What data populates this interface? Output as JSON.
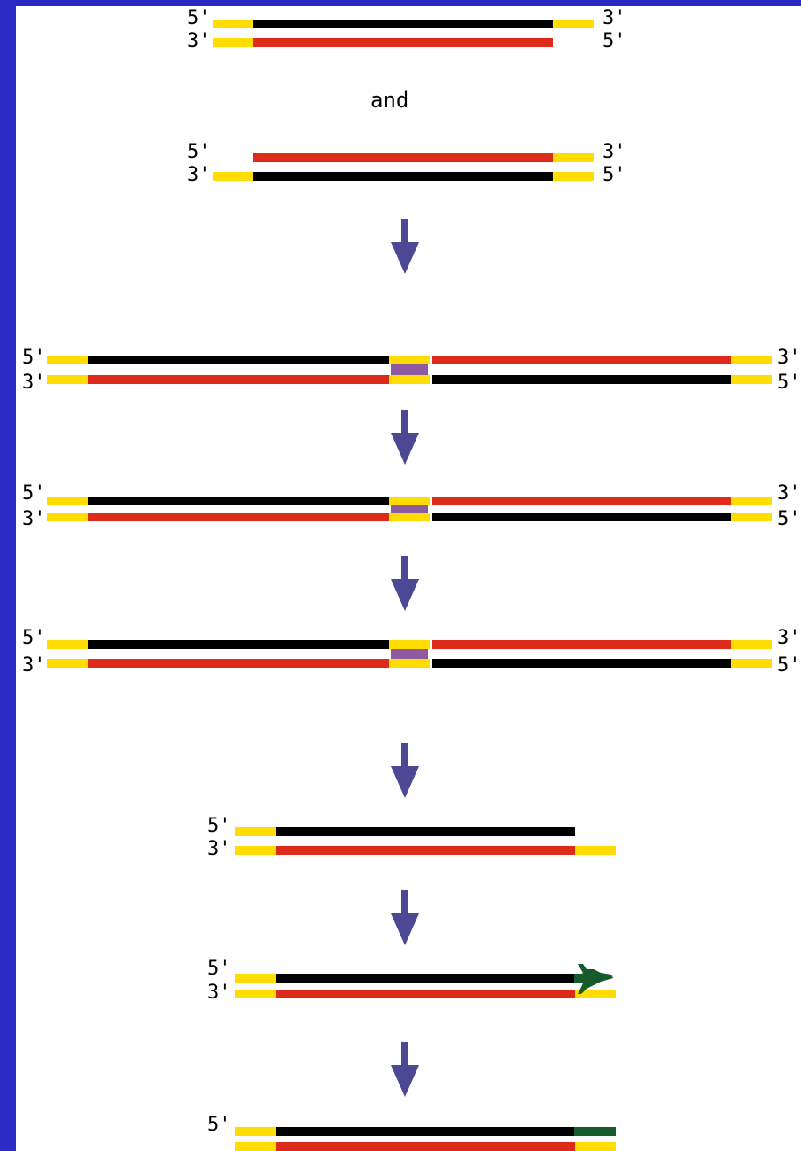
{
  "labels": {
    "five_prime": "5'",
    "three_prime": "3'",
    "and": "and"
  },
  "colors": {
    "frame": "#2b2bc4",
    "background": "#ffffff",
    "strand_black": "#000000",
    "strand_red": "#dd2a1b",
    "overhang_yellow": "#ffdd00",
    "bridge_purple": "#8e5aa0",
    "extension_green": "#145a2a",
    "arrow": "#4b4894"
  },
  "icons": [
    "down-arrow-icon",
    "polymerase-extension-icon"
  ]
}
